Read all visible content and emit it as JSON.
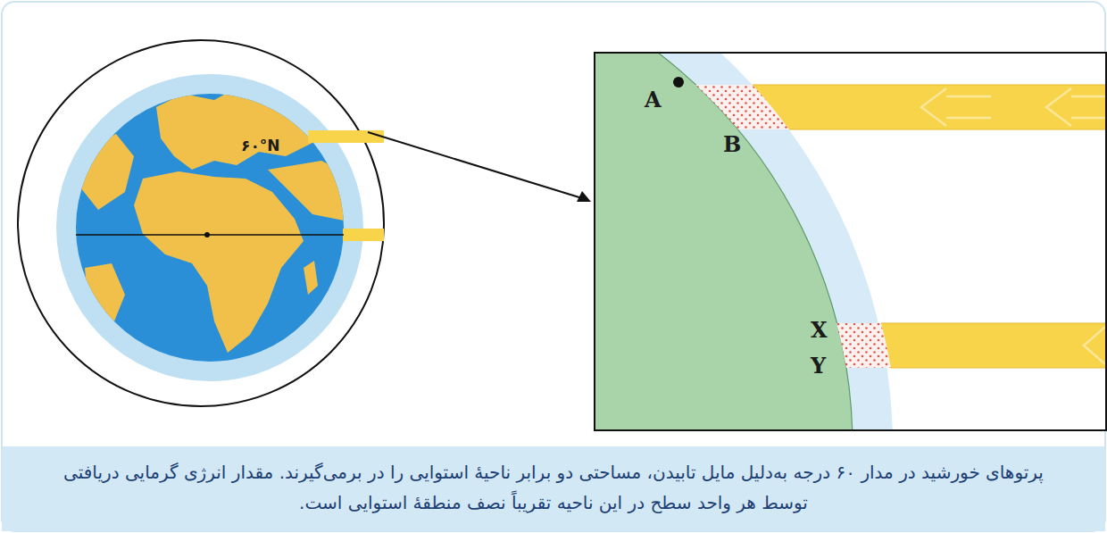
{
  "diagram": {
    "caption": "پرتوهای خورشید در مدار ۶۰ درجه به‌دلیل مایل تابیدن، مساحتی دو برابر ناحیهٔ استوایی را در برمی‌گیرند. مقدار انرژی گرمایی دریافتی توسط هر واحد سطح در این ناحیه تقریباً نصف منطقهٔ استوایی است.",
    "labels": [
      "۶۰°N",
      "A",
      "B",
      "X",
      "Y"
    ]
  }
}
